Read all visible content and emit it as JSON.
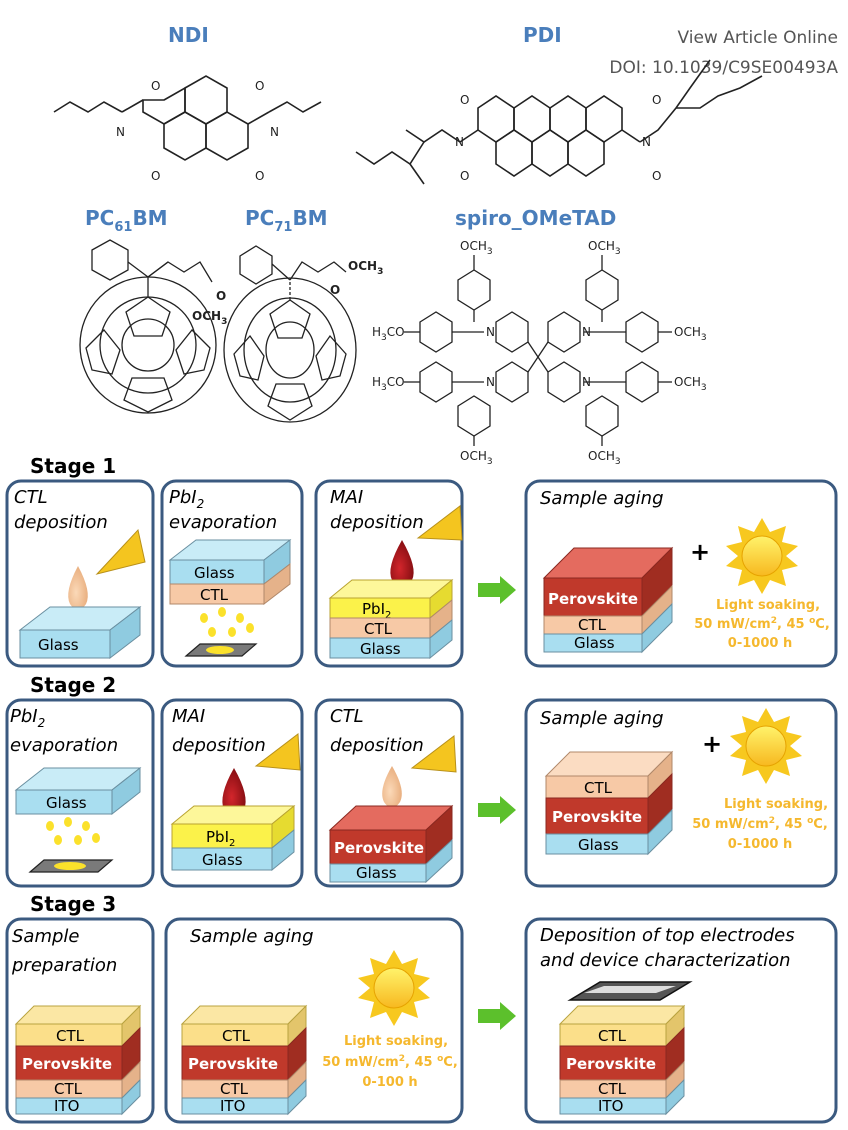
{
  "header": {
    "view_article": "View Article Online",
    "doi": "DOI: 10.1039/C9SE00493A"
  },
  "molecules": {
    "ndi": "NDI",
    "pdi": "PDI",
    "pc61bm_main": "PC",
    "pc61bm_sub": "61",
    "pc61bm_tail": "BM",
    "pc71bm_main": "PC",
    "pc71bm_sub": "71",
    "pc71bm_tail": "BM",
    "spiro": "spiro_OMeTAD",
    "atom_o": "O",
    "atom_n": "N",
    "och3": "OCH3",
    "och3_pre": "OCH",
    "och3_sub": "3",
    "h3co_pre": "H",
    "h3co_sub": "3",
    "h3co_tail": "CO"
  },
  "stages": {
    "s1": "Stage 1",
    "s2": "Stage 2",
    "s3": "Stage 3"
  },
  "steps": {
    "ctl": "CTL",
    "deposition": "deposition",
    "pbi2_pre": "PbI",
    "pbi2_sub": "2",
    "evaporation": "evaporation",
    "mai": "MAI",
    "sample_aging": "Sample aging",
    "sample": "Sample",
    "preparation": "preparation",
    "top_electrodes_1": "Deposition of top electrodes",
    "top_electrodes_2": "and device characterization"
  },
  "layers": {
    "glass": "Glass",
    "ctl": "CTL",
    "perovskite": "Perovskite",
    "ito": "ITO",
    "pbi2": "PbI",
    "pbi2_sub": "2"
  },
  "aging": {
    "line1": "Light soaking,",
    "line2_pre": "50 mW/cm",
    "line2_sup": "2",
    "line2_mid": ", 45 ",
    "line2_deg": "o",
    "line2_end": "C,",
    "line3_1000": "0-1000 h",
    "line3_100": "0-100 h",
    "plus": "+"
  },
  "colors": {
    "box_border": "#3b5a80",
    "glass": "#a9def0",
    "ctl": "#f7c9a6",
    "perovskite": "#c0392b",
    "pbi2": "#fbf24a",
    "ito": "#a9def0",
    "arrow": "#5cc02c",
    "sun": "#f7c81f",
    "drop_ctl": "#f4c49b",
    "drop_mai": "#b0141a",
    "pipette": "#f4c51f",
    "molecule_label": "#4a7ebb"
  }
}
